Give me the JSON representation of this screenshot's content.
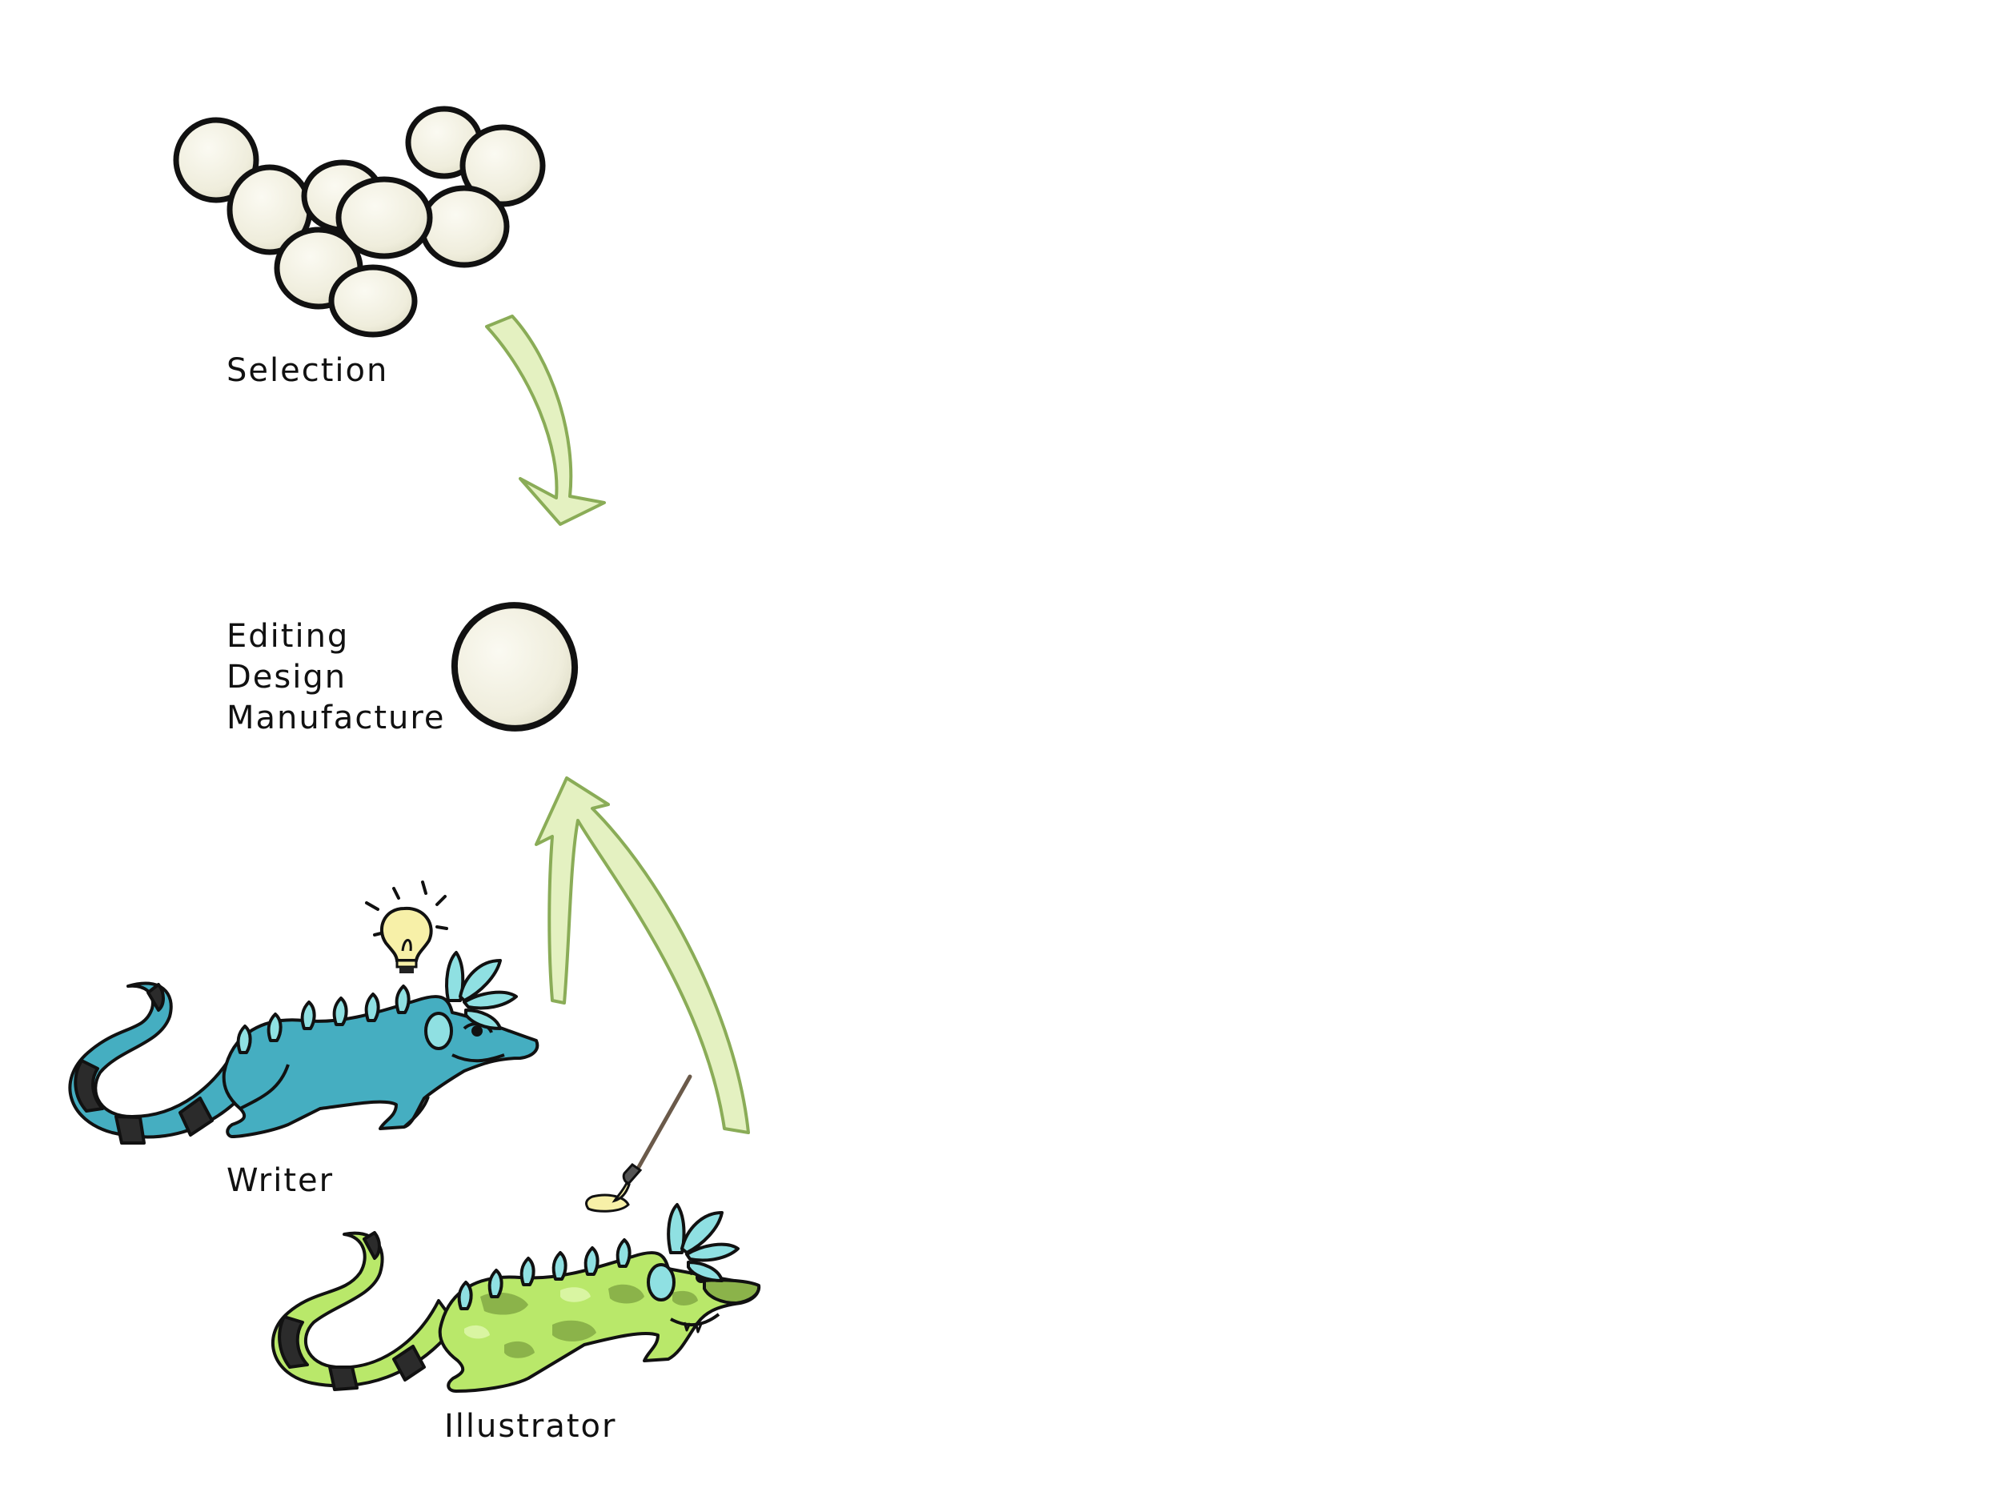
{
  "colors": {
    "egg_fill": "#f2f0e3",
    "egg_shadow": "#dcdac3",
    "outline": "#111111",
    "arrow_fill": "#e4f1c1",
    "arrow_stroke": "#9bbd6a",
    "writer_body": "#45aec1",
    "writer_spikes": "#8fe0e2",
    "illustrator_body": "#b9e86a",
    "illustrator_camo": "#8bb34a",
    "tail_band": "#2b2b2b",
    "bulb": "#f7f0a8",
    "background": "#ffffff"
  },
  "labels": {
    "selection": "Selection",
    "stage": [
      "Editing",
      "Design",
      "Manufacture"
    ],
    "writer": "Writer",
    "illustrator": "Illustrator"
  },
  "icons": {
    "egg_cluster": "egg-cluster-icon",
    "single_egg": "egg-icon",
    "writer": "blue-iguana-icon",
    "illustrator": "green-iguana-icon",
    "idea": "lightbulb-icon",
    "brush": "paintbrush-icon",
    "arrow": "arrow-icon"
  }
}
